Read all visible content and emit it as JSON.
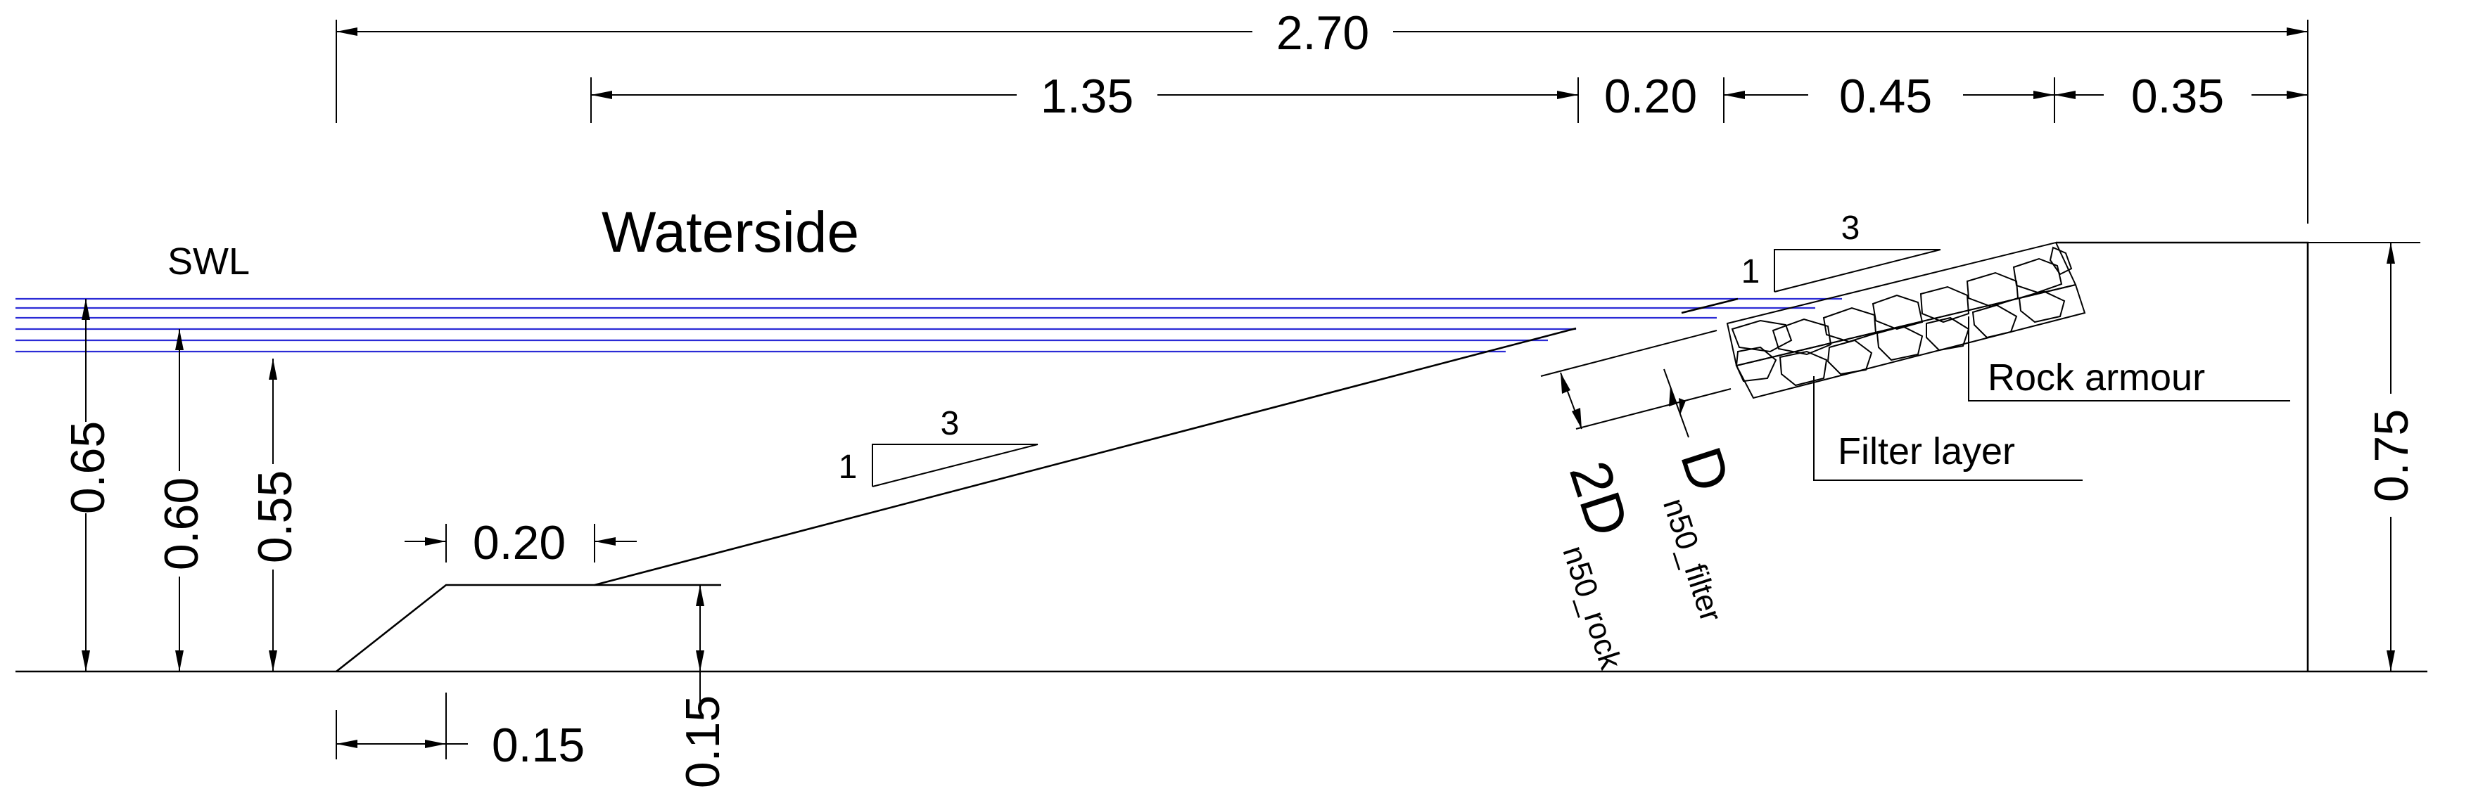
{
  "labels": {
    "waterside": "Waterside",
    "swl": "SWL",
    "rock_armour": "Rock armour",
    "filter_layer": "Filter layer"
  },
  "dimensions": {
    "total_length": "2.70",
    "slope_length": "1.35",
    "filter_width": "0.20",
    "armour_width": "0.45",
    "crest_width": "0.35",
    "toe_top_width": "0.20",
    "toe_base_width": "0.15",
    "toe_height": "0.15",
    "crest_height": "0.75",
    "water_levels": [
      "0.65",
      "0.60",
      "0.55"
    ]
  },
  "slopes": {
    "main": {
      "rise": "1",
      "run": "3"
    },
    "armour": {
      "rise": "1",
      "run": "3"
    }
  },
  "layer_thickness": {
    "rock_main": "2D",
    "rock_sub": "n50_rock",
    "filter_main": "D",
    "filter_sub": "n50_filter"
  },
  "colors": {
    "lines": "#000000",
    "water": "#2b2bd6",
    "background": "#ffffff"
  }
}
